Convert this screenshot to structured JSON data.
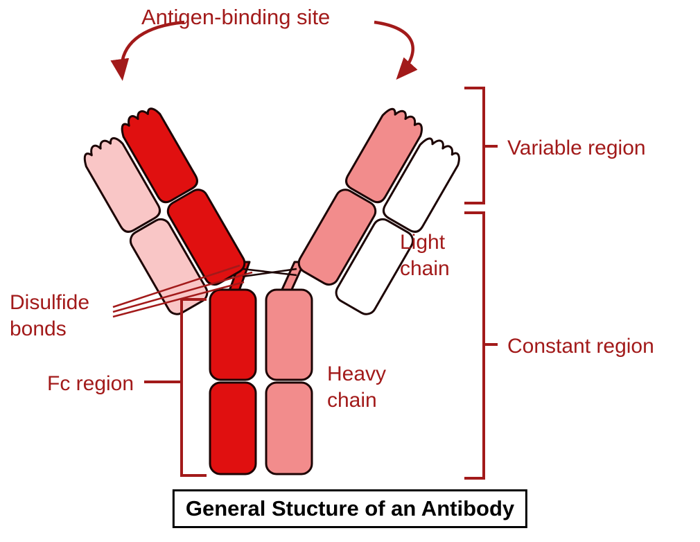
{
  "title": {
    "text": "General Stucture of an Antibody"
  },
  "labels": {
    "antigen_binding_site": "Antigen-binding site",
    "variable_region": "Variable region",
    "constant_region": "Constant region",
    "light_chain_line1": "Light",
    "light_chain_line2": "chain",
    "heavy_chain_line1": "Heavy",
    "heavy_chain_line2": "chain",
    "disulfide_bonds_line1": "Disulfide",
    "disulfide_bonds_line2": "bonds",
    "fc_region": "Fc region"
  },
  "colors": {
    "label_red": "#A21A1A",
    "outline_dark": "#1C0404",
    "heavy_dark_red": "#E01010",
    "heavy_pink": "#F28C8C",
    "light_chain_pink": "#F9C6C6",
    "light_chain_white": "#FFFFFF",
    "title_black": "#000000",
    "background": "#FFFFFF"
  }
}
